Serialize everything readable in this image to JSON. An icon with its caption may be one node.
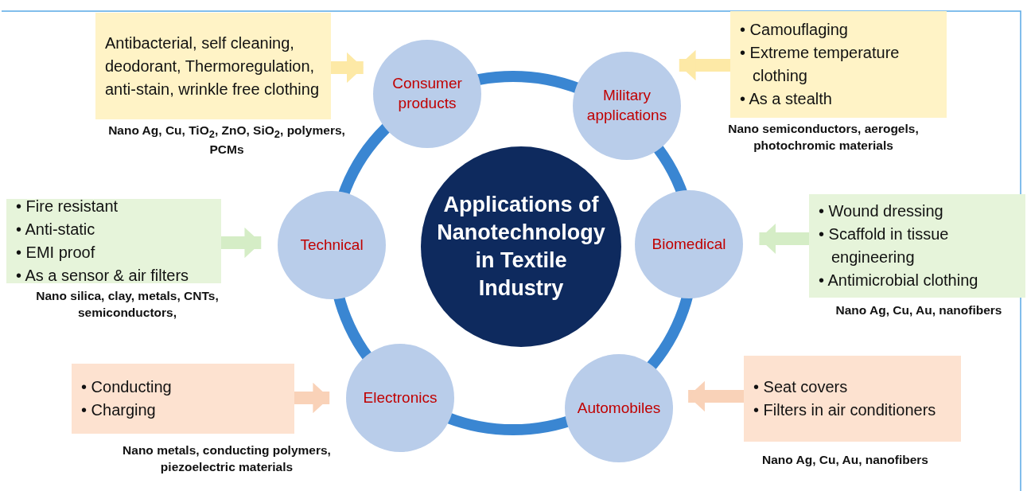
{
  "diagram": {
    "nodes": [
      {
        "text": [
          "Applications of Nanotechnology in Textile Industry"
        ]
      },
      {
        "text": [
          "Consumer products"
        ]
      },
      {
        "text": [
          "Antibacterial, self cleaning, deodorant, Thermoregulation, anti-stain, wrinkle free clothing"
        ],
        "beside": [
          "Nano Ag, Cu, TiO$_{2}$, ZnO, SiO$_{2}$, polymers, PCMs"
        ]
      },
      {
        "text": [
          "Military applications"
        ]
      },
      {
        "text": [
          "• Camouflaging",
          "• Extreme temperature clothing",
          "• As a stealth"
        ],
        "beside": [
          "Nano semiconductors, aerogels, photochromic materials"
        ]
      },
      {
        "text": [
          "Technical"
        ]
      },
      {
        "text": [
          "• Fire resistant",
          "• Anti-static",
          "• EMI proof",
          "• As a sensor & air filters"
        ],
        "beside": [
          "Nano silica, clay, metals, CNTs, semiconductors,"
        ]
      },
      {
        "text": [
          "Biomedical"
        ]
      },
      {
        "text": [
          "• Wound dressing",
          "• Scaffold in tissue engineering",
          "• Antimicrobial clothing"
        ],
        "beside": [
          "Nano Ag, Cu, Au, nanofibers"
        ]
      },
      {
        "text": [
          "Electronics"
        ]
      },
      {
        "text": [
          "• Conducting",
          "• Charging"
        ],
        "beside": [
          "Nano metals, conducting polymers, piezoelectric materials"
        ]
      },
      {
        "text": [
          "Automobiles"
        ]
      },
      {
        "text": [
          "• Seat covers",
          "• Filters in air conditioners"
        ],
        "beside": [
          "Nano Ag, Cu, Au, nanofibers"
        ]
      }
    ],
    "edges": [
      {
        "from": 2,
        "to": 1,
        "arrow": "to",
        "color": "#fde9a6"
      },
      {
        "from": 4,
        "to": 3,
        "arrow": "to",
        "color": "#fde9a6"
      },
      {
        "from": 6,
        "to": 5,
        "arrow": "to",
        "color": "#d5edc6"
      },
      {
        "from": 8,
        "to": 7,
        "arrow": "to",
        "color": "#d5edc6"
      },
      {
        "from": 10,
        "to": 9,
        "arrow": "to",
        "color": "#f9d2b8"
      },
      {
        "from": 12,
        "to": 11,
        "arrow": "to",
        "color": "#f9d2b8"
      }
    ]
  }
}
